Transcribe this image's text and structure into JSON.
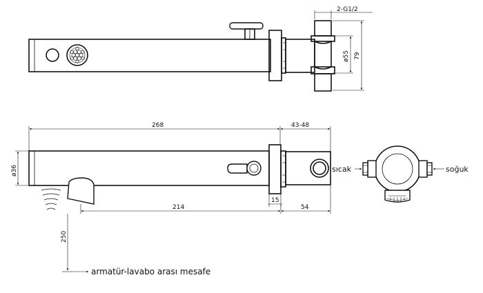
{
  "dimensions": {
    "top_thread": "2-G1/2",
    "top_diameter": "ø55",
    "top_height": "79",
    "spout_length": "268",
    "wall_range": "43-48",
    "spout_diameter": "ø36",
    "spout_reach": "214",
    "flange_depth": "15",
    "inlet_offset": "54",
    "basin_distance": "250"
  },
  "labels": {
    "hot": "sıcak",
    "cold": "soğuk",
    "basin_note": "armatür-lavabo arası mesafe"
  }
}
